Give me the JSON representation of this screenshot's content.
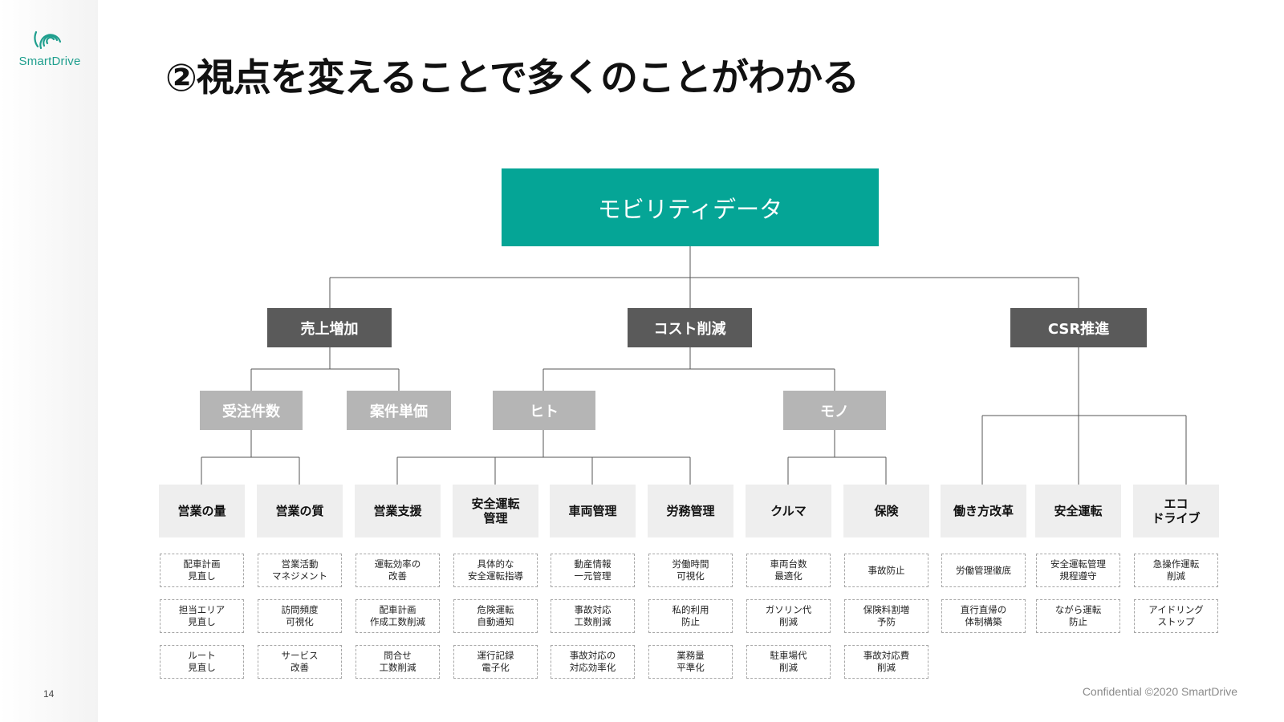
{
  "brand": {
    "name": "SmartDrive",
    "logo_icon": "smartdrive-logo-icon",
    "accent": "#05a596"
  },
  "page_number": "14",
  "title": "②視点を変えることで多くのことがわかる",
  "footer": "Confidential ©2020 SmartDrive",
  "colors": {
    "root": "#05a596",
    "level1": "#5a5a5a",
    "level2": "#b5b5b5",
    "level3": "#eeeeee",
    "line": "#555555"
  },
  "tree": {
    "root": "モビリティデータ",
    "level1": [
      "売上増加",
      "コスト削減",
      "CSR推進"
    ],
    "level2": [
      "受注件数",
      "案件単価",
      "ヒト",
      "モノ"
    ],
    "level3": [
      "営業の量",
      "営業の質",
      "営業支援",
      "安全運転\n管理",
      "車両管理",
      "労務管理",
      "クルマ",
      "保険",
      "働き方改革",
      "安全運転",
      "エコ\nドライブ"
    ],
    "leaves": [
      [
        "配車計画\n見直し",
        "担当エリア\n見直し",
        "ルート\n見直し"
      ],
      [
        "営業活動\nマネジメント",
        "訪問頻度\n可視化",
        "サービス\n改善"
      ],
      [
        "運転効率の\n改善",
        "配車計画\n作成工数削減",
        "問合せ\n工数削減"
      ],
      [
        "具体的な\n安全運転指導",
        "危険運転\n自動通知",
        "運行記録\n電子化"
      ],
      [
        "動産情報\n一元管理",
        "事故対応\n工数削減",
        "事故対応の\n対応効率化"
      ],
      [
        "労働時間\n可視化",
        "私的利用\n防止",
        "業務量\n平準化"
      ],
      [
        "車両台数\n最適化",
        "ガソリン代\n削減",
        "駐車場代\n削減"
      ],
      [
        "事故防止",
        "保険料割増\n予防",
        "事故対応費\n削減"
      ],
      [
        "労働管理徹底",
        "直行直帰の\n体制構築"
      ],
      [
        "安全運転管理\n規程遵守",
        "ながら運転\n防止"
      ],
      [
        "急操作運転\n削減",
        "アイドリング\nストップ"
      ]
    ]
  }
}
